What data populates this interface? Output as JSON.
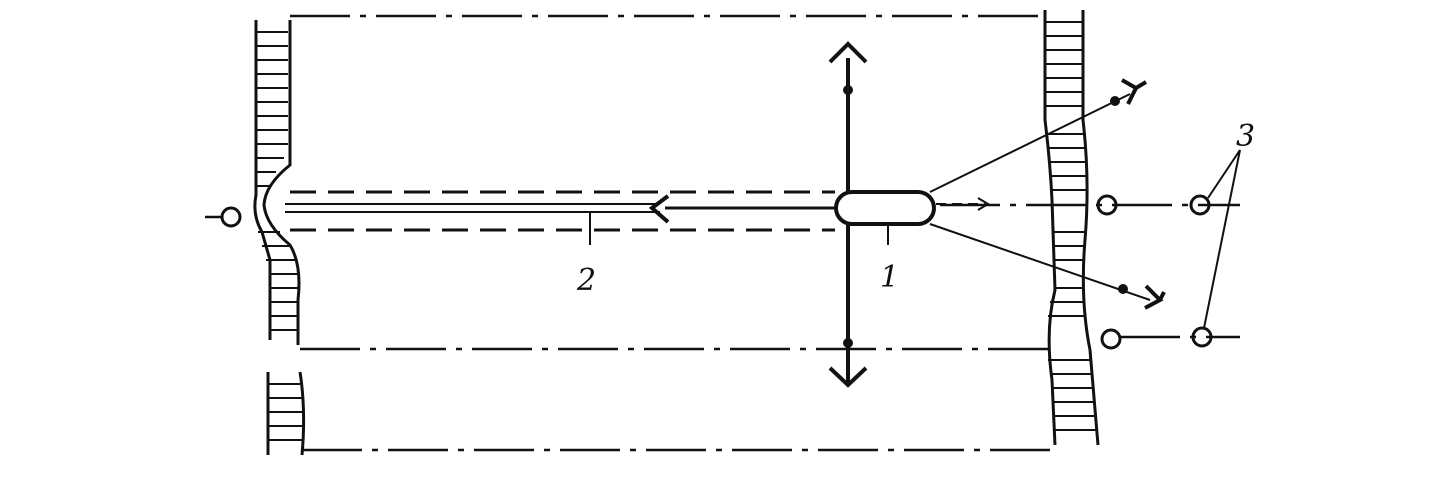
{
  "labels": {
    "vessel": "1",
    "channel": "2",
    "anchors": "3"
  },
  "colors": {
    "ink": "#111111",
    "background": "#ffffff"
  }
}
